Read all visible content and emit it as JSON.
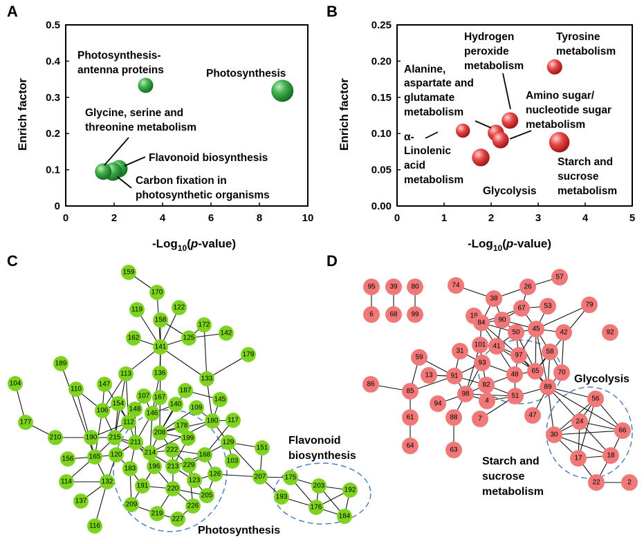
{
  "panels": {
    "A": "A",
    "B": "B",
    "C": "C",
    "D": "D"
  },
  "chart_data": [
    {
      "type": "scatter",
      "panel": "A",
      "xlabel": "-Log10(p-value)",
      "ylabel": "Enrich factor",
      "xlim": [
        0,
        10
      ],
      "ylim": [
        0,
        0.5
      ],
      "xticks": [
        "0",
        "2",
        "4",
        "6",
        "8",
        "10"
      ],
      "yticks": [
        "0",
        "0.1",
        "0.2",
        "0.3",
        "0.4",
        "0.5"
      ],
      "marker_color": "#2e9b3a",
      "points": [
        {
          "label": "Photosynthesis-antenna proteins",
          "x": 3.3,
          "y": 0.333,
          "size": 1.0
        },
        {
          "label": "Photosynthesis",
          "x": 8.95,
          "y": 0.318,
          "size": 2.0
        },
        {
          "label": "Flavonoid biosynthesis",
          "x": 2.2,
          "y": 0.103,
          "size": 1.3
        },
        {
          "label": "Carbon fixation in photosynthetic organisms",
          "x": 1.95,
          "y": 0.095,
          "size": 1.45
        },
        {
          "label": "Glycine, serine and threonine metabolism",
          "x": 1.55,
          "y": 0.095,
          "size": 1.2
        }
      ],
      "annotations": {
        "antenna1": "Photosynthesis-",
        "antenna2": "antenna proteins",
        "photo": "Photosynthesis",
        "gly1": "Glycine, serine and",
        "gly2": "threonine metabolism",
        "flav": "Flavonoid biosynthesis",
        "carb1": "Carbon fixation in",
        "carb2": "photosynthetic organisms"
      }
    },
    {
      "type": "scatter",
      "panel": "B",
      "xlabel": "-Log10(p-value)",
      "ylabel": "Enrich factor",
      "xlim": [
        0,
        5
      ],
      "ylim": [
        0,
        0.25
      ],
      "xticks": [
        "0",
        "1",
        "2",
        "3",
        "4",
        "5"
      ],
      "yticks": [
        "0.00",
        "0.05",
        "0.10",
        "0.15",
        "0.20",
        "0.25"
      ],
      "marker_color": "#e0383b",
      "points": [
        {
          "label": "Tyrosine metabolism",
          "x": 3.35,
          "y": 0.192,
          "size": 1.0
        },
        {
          "label": "Hydrogen peroxide metabolism",
          "x": 2.4,
          "y": 0.118,
          "size": 1.2
        },
        {
          "label": "Alanine, aspartate and glutamate metabolism",
          "x": 2.1,
          "y": 0.101,
          "size": 1.15
        },
        {
          "label": "Amino sugar/ nucleotide sugar metabolism",
          "x": 2.2,
          "y": 0.091,
          "size": 1.2
        },
        {
          "label": "alpha-Linolenic acid metabolism",
          "x": 1.4,
          "y": 0.104,
          "size": 0.85
        },
        {
          "label": "Glycolysis",
          "x": 1.78,
          "y": 0.067,
          "size": 1.35
        },
        {
          "label": "Starch and sucrose metabolism",
          "x": 3.45,
          "y": 0.088,
          "size": 1.75
        }
      ],
      "annotations": {
        "hyd1": "Hydrogen",
        "hyd2": "peroxide",
        "hyd3": "metabolism",
        "tyr1": "Tyrosine",
        "tyr2": "metabolism",
        "ala1": "Alanine,",
        "ala2": "aspartate and",
        "ala3": "glutamate",
        "ala4": "metabolism",
        "amino1": "Amino sugar/",
        "amino2": "nucleotide sugar",
        "amino3": "metabolism",
        "lin1": "α-",
        "lin2": "Linolenic",
        "lin3": "acid",
        "lin4": "metabolism",
        "glyco": "Glycolysis",
        "starch1": "Starch and",
        "starch2": "sucrose",
        "starch3": "metabolism"
      }
    }
  ],
  "network_c": {
    "node_color": "#7ed321",
    "labels": {
      "flav1": "Flavonoid",
      "flav2": "biosynthesis",
      "photo": "Photosynthesis"
    },
    "nodes": [
      "159",
      "170",
      "119",
      "122",
      "158",
      "172",
      "125",
      "142",
      "162",
      "141",
      "179",
      "136",
      "133",
      "189",
      "113",
      "187",
      "104",
      "110",
      "147",
      "167",
      "145",
      "107",
      "154",
      "140",
      "109",
      "148",
      "146",
      "106",
      "180",
      "117",
      "112",
      "178",
      "208",
      "199",
      "215",
      "190",
      "210",
      "177",
      "129",
      "151",
      "211",
      "214",
      "222",
      "168",
      "229",
      "156",
      "165",
      "120",
      "196",
      "213",
      "103",
      "207",
      "175",
      "183",
      "114",
      "132",
      "123",
      "126",
      "203",
      "192",
      "193",
      "176",
      "191",
      "220",
      "205",
      "137",
      "184",
      "209",
      "226",
      "219",
      "227",
      "116"
    ],
    "edges": [
      [
        "159",
        "170"
      ],
      [
        "170",
        "141"
      ],
      [
        "119",
        "141"
      ],
      [
        "122",
        "141"
      ],
      [
        "158",
        "141"
      ],
      [
        "158",
        "125"
      ],
      [
        "172",
        "125"
      ],
      [
        "172",
        "133"
      ],
      [
        "125",
        "141"
      ],
      [
        "142",
        "125"
      ],
      [
        "162",
        "141"
      ],
      [
        "141",
        "133"
      ],
      [
        "141",
        "113"
      ],
      [
        "141",
        "208"
      ],
      [
        "136",
        "146"
      ],
      [
        "179",
        "133"
      ],
      [
        "133",
        "180"
      ],
      [
        "189",
        "165"
      ],
      [
        "104",
        "177"
      ],
      [
        "177",
        "210"
      ],
      [
        "210",
        "190"
      ],
      [
        "190",
        "215"
      ],
      [
        "110",
        "106"
      ],
      [
        "147",
        "106"
      ],
      [
        "113",
        "112"
      ],
      [
        "106",
        "165"
      ],
      [
        "106",
        "154"
      ],
      [
        "106",
        "215"
      ],
      [
        "187",
        "208"
      ],
      [
        "187",
        "145"
      ],
      [
        "145",
        "180"
      ],
      [
        "167",
        "146"
      ],
      [
        "140",
        "208"
      ],
      [
        "109",
        "180"
      ],
      [
        "107",
        "112"
      ],
      [
        "154",
        "112"
      ],
      [
        "148",
        "112"
      ],
      [
        "146",
        "211"
      ],
      [
        "112",
        "211"
      ],
      [
        "112",
        "215"
      ],
      [
        "178",
        "199"
      ],
      [
        "180",
        "117"
      ],
      [
        "180",
        "129"
      ],
      [
        "180",
        "214"
      ],
      [
        "129",
        "151"
      ],
      [
        "129",
        "207"
      ],
      [
        "151",
        "207"
      ],
      [
        "215",
        "165"
      ],
      [
        "215",
        "211"
      ],
      [
        "211",
        "214"
      ],
      [
        "211",
        "183"
      ],
      [
        "211",
        "120"
      ],
      [
        "214",
        "196"
      ],
      [
        "214",
        "213"
      ],
      [
        "222",
        "213"
      ],
      [
        "222",
        "229"
      ],
      [
        "168",
        "129"
      ],
      [
        "168",
        "126"
      ],
      [
        "168",
        "229"
      ],
      [
        "229",
        "123"
      ],
      [
        "213",
        "123"
      ],
      [
        "213",
        "220"
      ],
      [
        "196",
        "191"
      ],
      [
        "196",
        "209"
      ],
      [
        "220",
        "219"
      ],
      [
        "220",
        "205"
      ],
      [
        "220",
        "226"
      ],
      [
        "219",
        "227"
      ],
      [
        "227",
        "226"
      ],
      [
        "209",
        "219"
      ],
      [
        "123",
        "126"
      ],
      [
        "126",
        "207"
      ],
      [
        "205",
        "126"
      ],
      [
        "156",
        "165"
      ],
      [
        "165",
        "114"
      ],
      [
        "165",
        "132"
      ],
      [
        "165",
        "120"
      ],
      [
        "132",
        "114"
      ],
      [
        "132",
        "137"
      ],
      [
        "132",
        "116"
      ],
      [
        "132",
        "120"
      ],
      [
        "120",
        "183"
      ],
      [
        "103",
        "129"
      ],
      [
        "207",
        "175"
      ],
      [
        "207",
        "193"
      ],
      [
        "175",
        "203"
      ],
      [
        "175",
        "176"
      ],
      [
        "193",
        "176"
      ],
      [
        "203",
        "192"
      ],
      [
        "203",
        "184"
      ],
      [
        "176",
        "192"
      ],
      [
        "176",
        "184"
      ],
      [
        "192",
        "184"
      ],
      [
        "203",
        "176"
      ],
      [
        "190",
        "112"
      ],
      [
        "215",
        "214"
      ],
      [
        "113",
        "215"
      ],
      [
        "147",
        "112"
      ],
      [
        "154",
        "215"
      ],
      [
        "208",
        "214"
      ],
      [
        "208",
        "222"
      ],
      [
        "208",
        "199"
      ],
      [
        "199",
        "213"
      ],
      [
        "178",
        "208"
      ],
      [
        "140",
        "146"
      ],
      [
        "107",
        "146"
      ],
      [
        "148",
        "211"
      ],
      [
        "146",
        "214"
      ],
      [
        "183",
        "191"
      ],
      [
        "191",
        "220"
      ],
      [
        "196",
        "220"
      ],
      [
        "213",
        "168"
      ],
      [
        "222",
        "168"
      ],
      [
        "229",
        "226"
      ],
      [
        "205",
        "123"
      ],
      [
        "183",
        "209"
      ],
      [
        "214",
        "222"
      ],
      [
        "211",
        "196"
      ],
      [
        "120",
        "211"
      ],
      [
        "113",
        "106"
      ],
      [
        "110",
        "165"
      ],
      [
        "180",
        "208"
      ],
      [
        "109",
        "208"
      ],
      [
        "117",
        "168"
      ],
      [
        "136",
        "141"
      ]
    ]
  },
  "network_d": {
    "node_color": "#f07878",
    "labels": {
      "glyco": "Glycolysis",
      "starch1": "Starch and",
      "starch2": "sucrose",
      "starch3": "metabolism"
    },
    "nodes": [
      "95",
      "39",
      "80",
      "6",
      "68",
      "99",
      "74",
      "57",
      "26",
      "38",
      "67",
      "53",
      "79",
      "19",
      "90",
      "84",
      "50",
      "45",
      "42",
      "92",
      "101",
      "41",
      "31",
      "59",
      "97",
      "58",
      "93",
      "48",
      "65",
      "70",
      "13",
      "91",
      "82",
      "98",
      "89",
      "86",
      "85",
      "94",
      "4",
      "51",
      "47",
      "56",
      "7",
      "88",
      "61",
      "24",
      "30",
      "66",
      "18",
      "17",
      "22",
      "2",
      "64",
      "63"
    ],
    "edges": [
      [
        "95",
        "6"
      ],
      [
        "39",
        "68"
      ],
      [
        "80",
        "99"
      ],
      [
        "74",
        "38"
      ],
      [
        "38",
        "26"
      ],
      [
        "26",
        "57"
      ],
      [
        "26",
        "67"
      ],
      [
        "38",
        "84"
      ],
      [
        "38",
        "90"
      ],
      [
        "67",
        "53"
      ],
      [
        "67",
        "90"
      ],
      [
        "67",
        "45"
      ],
      [
        "53",
        "45"
      ],
      [
        "79",
        "45"
      ],
      [
        "79",
        "65"
      ],
      [
        "19",
        "84"
      ],
      [
        "84",
        "90"
      ],
      [
        "84",
        "50"
      ],
      [
        "84",
        "101"
      ],
      [
        "84",
        "41"
      ],
      [
        "90",
        "50"
      ],
      [
        "90",
        "45"
      ],
      [
        "50",
        "45"
      ],
      [
        "45",
        "42"
      ],
      [
        "42",
        "70"
      ],
      [
        "50",
        "97"
      ],
      [
        "45",
        "97"
      ],
      [
        "45",
        "58"
      ],
      [
        "101",
        "41"
      ],
      [
        "101",
        "93"
      ],
      [
        "41",
        "97"
      ],
      [
        "31",
        "93"
      ],
      [
        "31",
        "91"
      ],
      [
        "59",
        "91"
      ],
      [
        "59",
        "85"
      ],
      [
        "93",
        "82"
      ],
      [
        "93",
        "98"
      ],
      [
        "97",
        "48"
      ],
      [
        "97",
        "65"
      ],
      [
        "58",
        "65"
      ],
      [
        "58",
        "70"
      ],
      [
        "48",
        "82"
      ],
      [
        "48",
        "51"
      ],
      [
        "65",
        "89"
      ],
      [
        "70",
        "89"
      ],
      [
        "13",
        "91"
      ],
      [
        "91",
        "82"
      ],
      [
        "91",
        "98"
      ],
      [
        "82",
        "98"
      ],
      [
        "98",
        "94"
      ],
      [
        "98",
        "4"
      ],
      [
        "98",
        "51"
      ],
      [
        "86",
        "85"
      ],
      [
        "85",
        "91"
      ],
      [
        "85",
        "61"
      ],
      [
        "61",
        "64"
      ],
      [
        "88",
        "63"
      ],
      [
        "88",
        "98"
      ],
      [
        "51",
        "89"
      ],
      [
        "89",
        "47"
      ],
      [
        "89",
        "56"
      ],
      [
        "89",
        "24"
      ],
      [
        "89",
        "30"
      ],
      [
        "89",
        "66"
      ],
      [
        "56",
        "24"
      ],
      [
        "56",
        "66"
      ],
      [
        "56",
        "30"
      ],
      [
        "24",
        "30"
      ],
      [
        "24",
        "66"
      ],
      [
        "24",
        "17"
      ],
      [
        "24",
        "18"
      ],
      [
        "30",
        "17"
      ],
      [
        "30",
        "66"
      ],
      [
        "66",
        "18"
      ],
      [
        "17",
        "18"
      ],
      [
        "17",
        "22"
      ],
      [
        "18",
        "22"
      ],
      [
        "22",
        "2"
      ],
      [
        "51",
        "7"
      ],
      [
        "41",
        "48"
      ],
      [
        "41",
        "65"
      ],
      [
        "93",
        "48"
      ],
      [
        "50",
        "65"
      ],
      [
        "45",
        "65"
      ],
      [
        "45",
        "89"
      ],
      [
        "97",
        "89"
      ],
      [
        "91",
        "13"
      ],
      [
        "84",
        "97"
      ],
      [
        "90",
        "41"
      ],
      [
        "82",
        "51"
      ],
      [
        "4",
        "51"
      ],
      [
        "48",
        "65"
      ],
      [
        "58",
        "89"
      ],
      [
        "50",
        "41"
      ],
      [
        "67",
        "84"
      ],
      [
        "93",
        "91"
      ],
      [
        "101",
        "98"
      ],
      [
        "56",
        "17"
      ],
      [
        "30",
        "18"
      ]
    ]
  }
}
